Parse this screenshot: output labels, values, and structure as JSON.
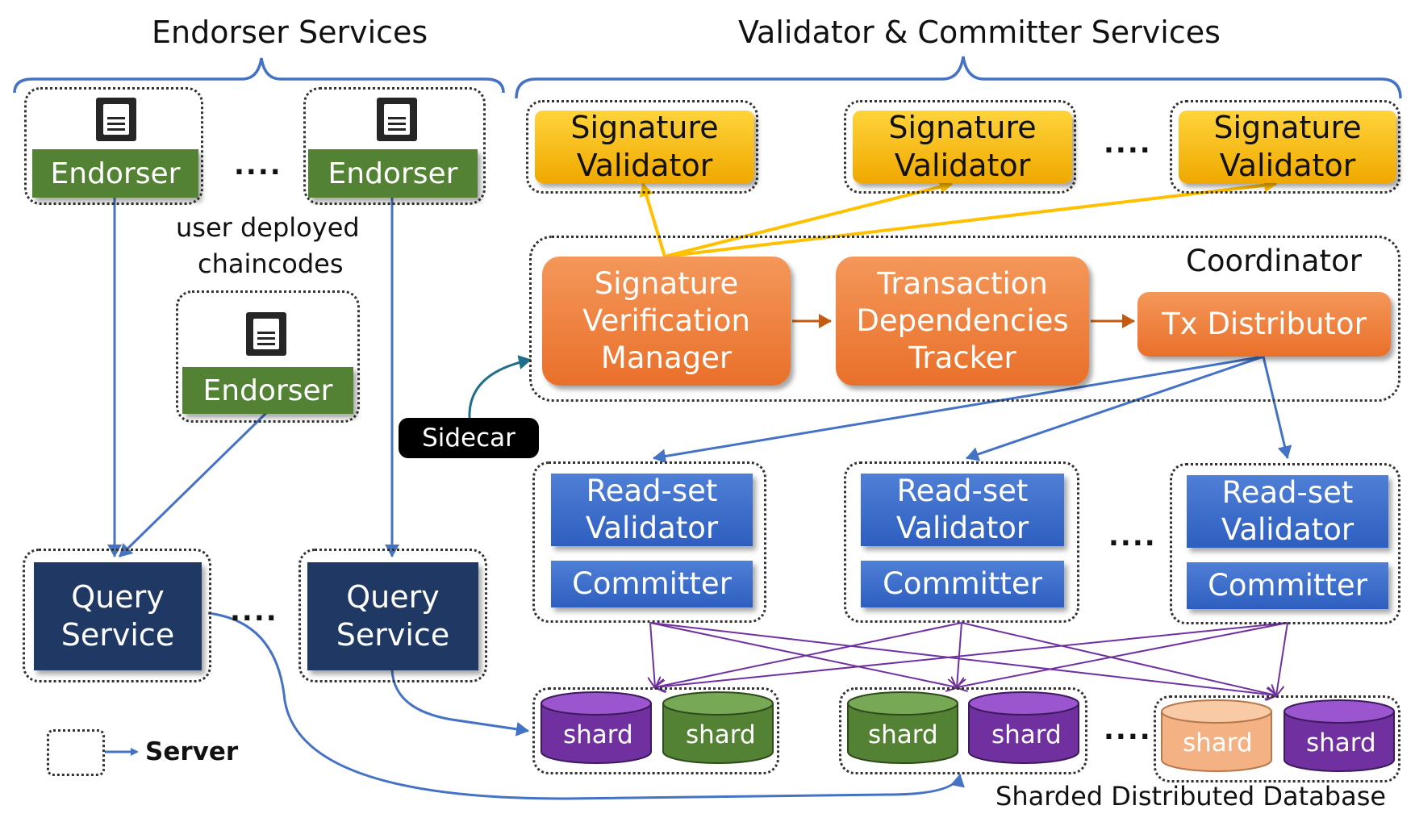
{
  "headers": {
    "endorser_services": "Endorser Services",
    "validator_committer_services": "Validator & Committer Services"
  },
  "endorser_label": "Endorser",
  "user_chaincodes_line1": "user deployed",
  "user_chaincodes_line2": "chaincodes",
  "query_service": {
    "line1": "Query",
    "line2": "Service"
  },
  "signature_validator": {
    "line1": "Signature",
    "line2": "Validator"
  },
  "coordinator_label": "Coordinator",
  "sig_verification_manager": {
    "line1": "Signature",
    "line2": "Verification",
    "line3": "Manager"
  },
  "tx_dependencies_tracker": {
    "line1": "Transaction",
    "line2": "Dependencies",
    "line3": "Tracker"
  },
  "tx_distributor": "Tx Distributor",
  "sidecar": "Sidecar",
  "readset_validator": {
    "line1": "Read-set",
    "line2": "Validator"
  },
  "committer": "Committer",
  "shard_label": "shard",
  "sharded_db_label": "Sharded Distributed Database",
  "ellipsis": "....",
  "legend_label": "Server",
  "icons": {
    "document": "document-icon"
  },
  "colors": {
    "brace": "#4472c4",
    "endorser": "#548235",
    "query_service": "#1f3864",
    "signature_validator": "#ffc000",
    "coordinator_component": "#ed7d31",
    "readset_committer": "#4472c4",
    "shard_purple": "#7030a0",
    "shard_green": "#548235",
    "shard_peach": "#f4b183",
    "arrow_blue": "#4472c4",
    "arrow_yellow": "#ffc000",
    "arrow_purple": "#7030a0",
    "arrow_orange": "#c55a11",
    "arrow_teal": "#1f6f8b"
  }
}
